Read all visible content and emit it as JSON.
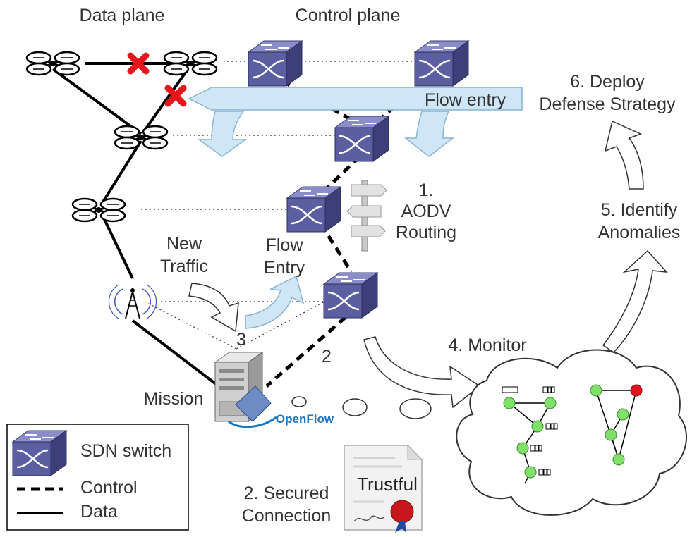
{
  "diagram": {
    "heading_data_plane": "Data plane",
    "heading_control_plane": "Control plane",
    "flow_entry_banner": "Flow entry",
    "step1": [
      "1.",
      "AODV",
      "Routing"
    ],
    "step4": "4. Monitor",
    "step5": [
      "5. Identify",
      "Anomalies"
    ],
    "step6": [
      "6. Deploy",
      "Defense Strategy"
    ],
    "new_traffic": [
      "New",
      "Traffic"
    ],
    "flow_entry_small": [
      "Flow",
      "Entry"
    ],
    "num_2": "2",
    "num_3": "3",
    "mission": "Mission",
    "openflow": "OpenFlow",
    "trustful": "Trustful",
    "step2": [
      "2. Secured",
      "Connection"
    ],
    "legend": {
      "sdn_switch": "SDN switch",
      "control": "Control",
      "data": "Data"
    }
  },
  "colors": {
    "switch": "#5b5ea0",
    "switch_top": "#8a8dc9",
    "arrow_fill": "#cfe6f7",
    "arrow_stroke": "#8ab3d3",
    "node_green": "#7fe06a",
    "node_red": "#e0141e",
    "cross_red": "#e8141b",
    "openflow_blue": "#1a78c2"
  }
}
